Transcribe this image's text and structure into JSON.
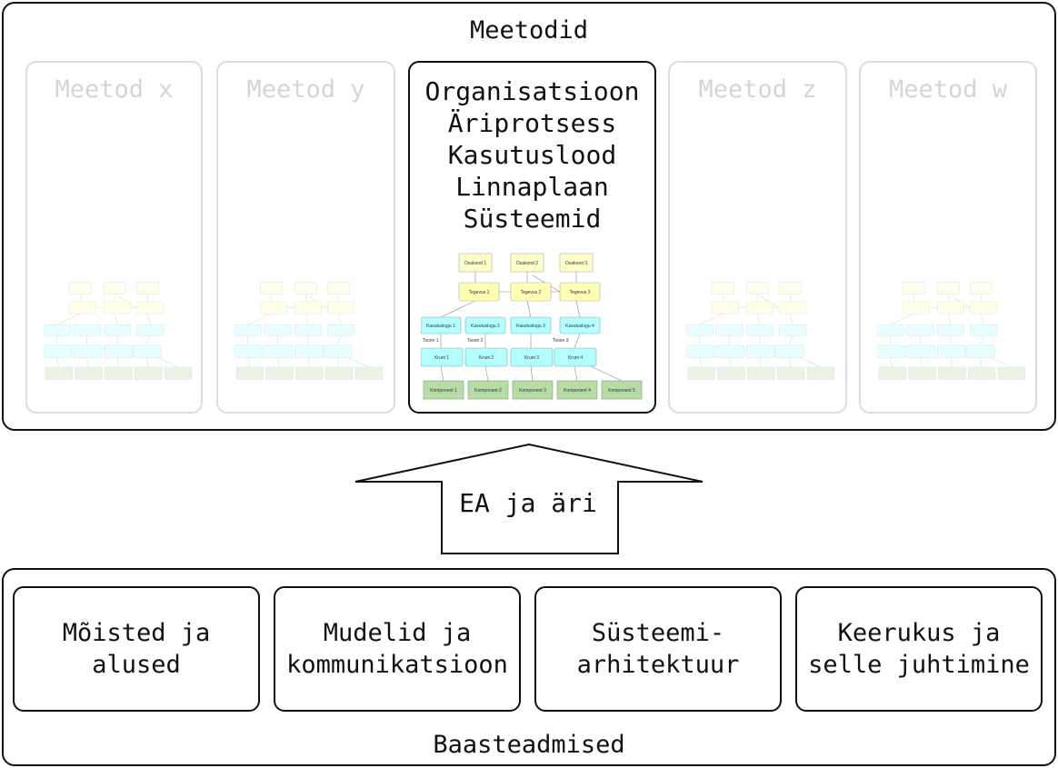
{
  "top": {
    "title": "Meetodid"
  },
  "methods": [
    {
      "title": "Meetod x"
    },
    {
      "title": "Meetod y"
    },
    {
      "lines": [
        "Organisatsioon",
        "Äriprotsess",
        "Kasutuslood",
        "Linnaplaan",
        "Süsteemid"
      ]
    },
    {
      "title": "Meetod z"
    },
    {
      "title": "Meetod w"
    }
  ],
  "mini_diagram": {
    "org": [
      "Osakond 1",
      "Osakond 2",
      "Osakond 3"
    ],
    "actions": [
      "Tegevus 1",
      "Tegevus 2",
      "Tegevus 3"
    ],
    "usecases": [
      "Kasutuslugu 1",
      "Kasutuslugu 2",
      "Kasutuslugu 3",
      "Kasutuslugu 4"
    ],
    "flows": [
      "Tsoon 1",
      "Tsoon 2",
      "Tsoon 3"
    ],
    "nodes": [
      "Krunt 1",
      "Krunt 2",
      "Krunt 3",
      "Krunt 4"
    ],
    "components": [
      "Komponent 1",
      "Komponent 2",
      "Komponent 3",
      "Komponent 4",
      "Komponent 5"
    ],
    "colors": {
      "org": "#ffffc8",
      "action": "#ffffb4",
      "usecase": "#b4ffff",
      "node": "#b4ffff",
      "component": "#b6dba4"
    }
  },
  "arrow": {
    "label": "EA ja äri"
  },
  "bottom": {
    "title": "Baasteadmised",
    "boxes": [
      "Mõisted ja\nalused",
      "Mudelid ja\nkommunikatsioon",
      "Süsteemi-\narhitektuur",
      "Keerukus ja\nselle juhtimine"
    ]
  }
}
